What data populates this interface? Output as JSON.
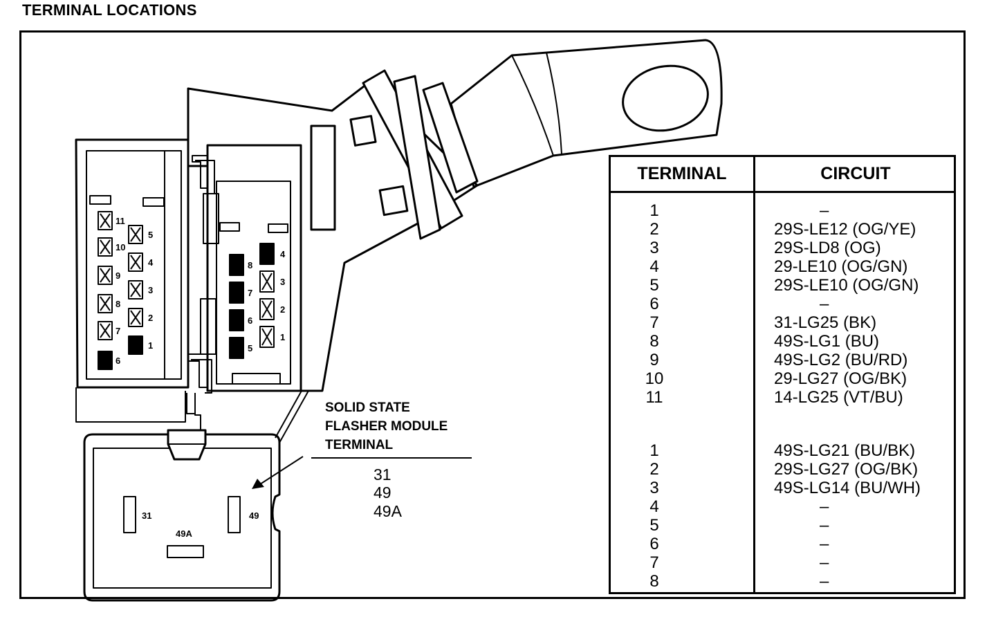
{
  "title": "TERMINAL LOCATIONS",
  "connector_left": {
    "pins_col_a": [
      {
        "label": "11",
        "type": "crossed"
      },
      {
        "label": "10",
        "type": "crossed"
      },
      {
        "label": "9",
        "type": "crossed"
      },
      {
        "label": "8",
        "type": "crossed"
      },
      {
        "label": "7",
        "type": "crossed"
      },
      {
        "label": "6",
        "type": "filled"
      }
    ],
    "pins_col_b": [
      {
        "label": "5",
        "type": "crossed"
      },
      {
        "label": "4",
        "type": "crossed"
      },
      {
        "label": "3",
        "type": "crossed"
      },
      {
        "label": "2",
        "type": "crossed"
      },
      {
        "label": "1",
        "type": "filled"
      }
    ]
  },
  "connector_right": {
    "pins_col_a": [
      {
        "label": "8",
        "type": "filled"
      },
      {
        "label": "7",
        "type": "filled"
      },
      {
        "label": "6",
        "type": "filled"
      },
      {
        "label": "5",
        "type": "filled"
      }
    ],
    "pins_col_b": [
      {
        "label": "4",
        "type": "filled"
      },
      {
        "label": "3",
        "type": "crossed"
      },
      {
        "label": "2",
        "type": "crossed"
      },
      {
        "label": "1",
        "type": "crossed"
      }
    ]
  },
  "flasher_module": {
    "pin_labels": {
      "left": "31",
      "bottom": "49A",
      "right": "49"
    }
  },
  "flasher_callout": {
    "heading_lines": [
      "SOLID STATE",
      "FLASHER MODULE",
      "TERMINAL"
    ],
    "terminals": [
      "31",
      "49",
      "49A"
    ]
  },
  "table": {
    "headers": {
      "terminal": "TERMINAL",
      "circuit": "CIRCUIT"
    },
    "group1": [
      {
        "terminal": "1",
        "circuit": "–"
      },
      {
        "terminal": "2",
        "circuit": "29S-LE12 (OG/YE)"
      },
      {
        "terminal": "3",
        "circuit": "29S-LD8 (OG)"
      },
      {
        "terminal": "4",
        "circuit": "29-LE10 (OG/GN)"
      },
      {
        "terminal": "5",
        "circuit": "29S-LE10 (OG/GN)"
      },
      {
        "terminal": "6",
        "circuit": "–"
      },
      {
        "terminal": "7",
        "circuit": "31-LG25 (BK)"
      },
      {
        "terminal": "8",
        "circuit": "49S-LG1 (BU)"
      },
      {
        "terminal": "9",
        "circuit": "49S-LG2 (BU/RD)"
      },
      {
        "terminal": "10",
        "circuit": "29-LG27 (OG/BK)"
      },
      {
        "terminal": "11",
        "circuit": "14-LG25 (VT/BU)"
      }
    ],
    "group2": [
      {
        "terminal": "1",
        "circuit": "49S-LG21 (BU/BK)"
      },
      {
        "terminal": "2",
        "circuit": "29S-LG27 (OG/BK)"
      },
      {
        "terminal": "3",
        "circuit": "49S-LG14 (BU/WH)"
      },
      {
        "terminal": "4",
        "circuit": "–"
      },
      {
        "terminal": "5",
        "circuit": "–"
      },
      {
        "terminal": "6",
        "circuit": "–"
      },
      {
        "terminal": "7",
        "circuit": "–"
      },
      {
        "terminal": "8",
        "circuit": "–"
      }
    ]
  }
}
